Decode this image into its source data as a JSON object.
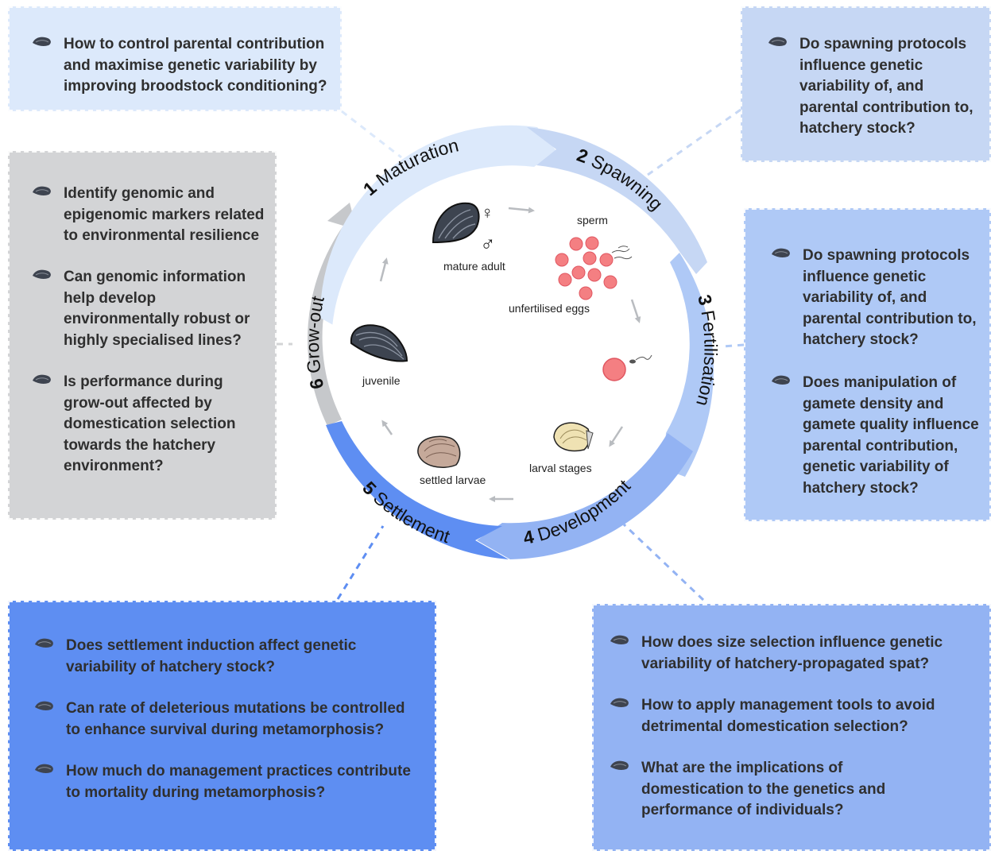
{
  "colors": {
    "box1": "#dce9fb",
    "box2": "#c6d7f4",
    "box3": "#afc9f6",
    "box4": "#93b3f3",
    "box5": "#5e8ef2",
    "box6": "#d3d4d6",
    "arrow_grey": "#c6c8cb"
  },
  "stages": [
    {
      "num": "1",
      "name": "Maturation"
    },
    {
      "num": "2",
      "name": "Spawning"
    },
    {
      "num": "3",
      "name": "Fertilisation"
    },
    {
      "num": "4",
      "name": "Development"
    },
    {
      "num": "5",
      "name": "Settlement"
    },
    {
      "num": "6",
      "name": "Grow-out"
    }
  ],
  "labels": {
    "mature_adult": "mature adult",
    "sperm": "sperm",
    "unfertilised_eggs": "unfertilised eggs",
    "larval_stages": "larval stages",
    "settled_larvae": "settled larvae",
    "juvenile": "juvenile",
    "female_symbol": "♀",
    "male_symbol": "♂"
  },
  "boxes": {
    "maturation": {
      "questions": [
        [
          "How to control parental contribution",
          "and maximise genetic variability by",
          "improving broodstock conditioning?"
        ]
      ]
    },
    "spawning": {
      "questions": [
        [
          "Do spawning  protocols",
          "influence genetic",
          "variability of, and",
          "parental contribution to,",
          "hatchery stock?"
        ]
      ]
    },
    "fertilisation": {
      "questions": [
        [
          "Do spawning  protocols",
          "influence genetic",
          "variability of, and",
          "parental contribution to,",
          "hatchery stock?"
        ],
        [
          "Does manipulation of",
          "gamete  density and",
          "gamete quality influence",
          "parental contribution,",
          "genetic variability of",
          "hatchery stock?"
        ]
      ]
    },
    "growout": {
      "questions": [
        [
          "Identify genomic and",
          "epigenomic markers related",
          "to environmental resilience"
        ],
        [
          "Can genomic information",
          "help develop",
          "environmentally robust or",
          "highly specialised lines?"
        ],
        [
          "Is performance during",
          "grow-out affected by",
          "domestication selection",
          "towards the hatchery",
          "environment?"
        ]
      ]
    },
    "settlement": {
      "questions": [
        [
          "Does settlement induction affect genetic",
          "variability of hatchery stock?"
        ],
        [
          "Can rate of deleterious mutations be controlled",
          "to enhance survival during metamorphosis?"
        ],
        [
          "How much do management practices contribute",
          "to mortality during metamorphosis?"
        ]
      ]
    },
    "development": {
      "questions": [
        [
          "How does size selection influence genetic",
          "variability of hatchery-propagated spat?"
        ],
        [
          "How to apply management tools to avoid",
          "detrimental domestication selection?"
        ],
        [
          "What are the implications of",
          "domestication to the genetics and",
          "performance of individuals?"
        ]
      ]
    }
  }
}
